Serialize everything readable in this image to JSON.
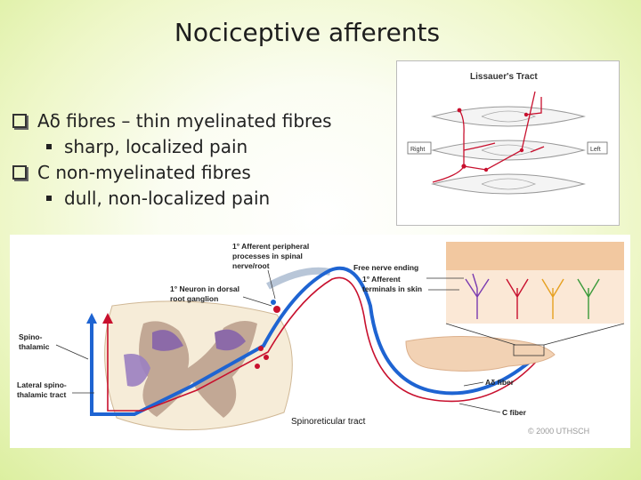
{
  "slide": {
    "title": "Nociceptive afferents",
    "bullets": [
      {
        "level": 1,
        "text": "Aδ fibres – thin myelinated fibres"
      },
      {
        "level": 2,
        "text": "sharp, localized pain"
      },
      {
        "level": 1,
        "text": "C non-myelinated fibres"
      },
      {
        "level": 2,
        "text": "dull, non-localized pain"
      }
    ]
  },
  "lissauer_figure": {
    "title": "Lissauer's Tract",
    "right_label": "Right",
    "left_label": "Left"
  },
  "pathway_figure": {
    "labels": {
      "peripheral_processes": [
        "1° Afferent peripheral",
        "processes in spinal",
        "nerve/root"
      ],
      "dorsal_root_neuron": [
        "1° Neuron in dorsal",
        "root ganglion"
      ],
      "spinothalamic": [
        "Spino-",
        "thalamic"
      ],
      "lateral_spinothalamic": [
        "Lateral spino-",
        "thalamic tract"
      ],
      "free_nerve_ending": "Free nerve ending",
      "afferent_terminals": [
        "1° Afferent",
        "terminals in skin"
      ],
      "a_delta_fiber": "Aδ fiber",
      "c_fiber": "C fiber",
      "spinoreticular": "Spinoreticular tract",
      "copyright": "© 2000 UTHSCH"
    },
    "colors": {
      "a_delta": "#1e64d2",
      "c_fiber": "#c8102e",
      "skin": "#f2c8a0"
    }
  }
}
